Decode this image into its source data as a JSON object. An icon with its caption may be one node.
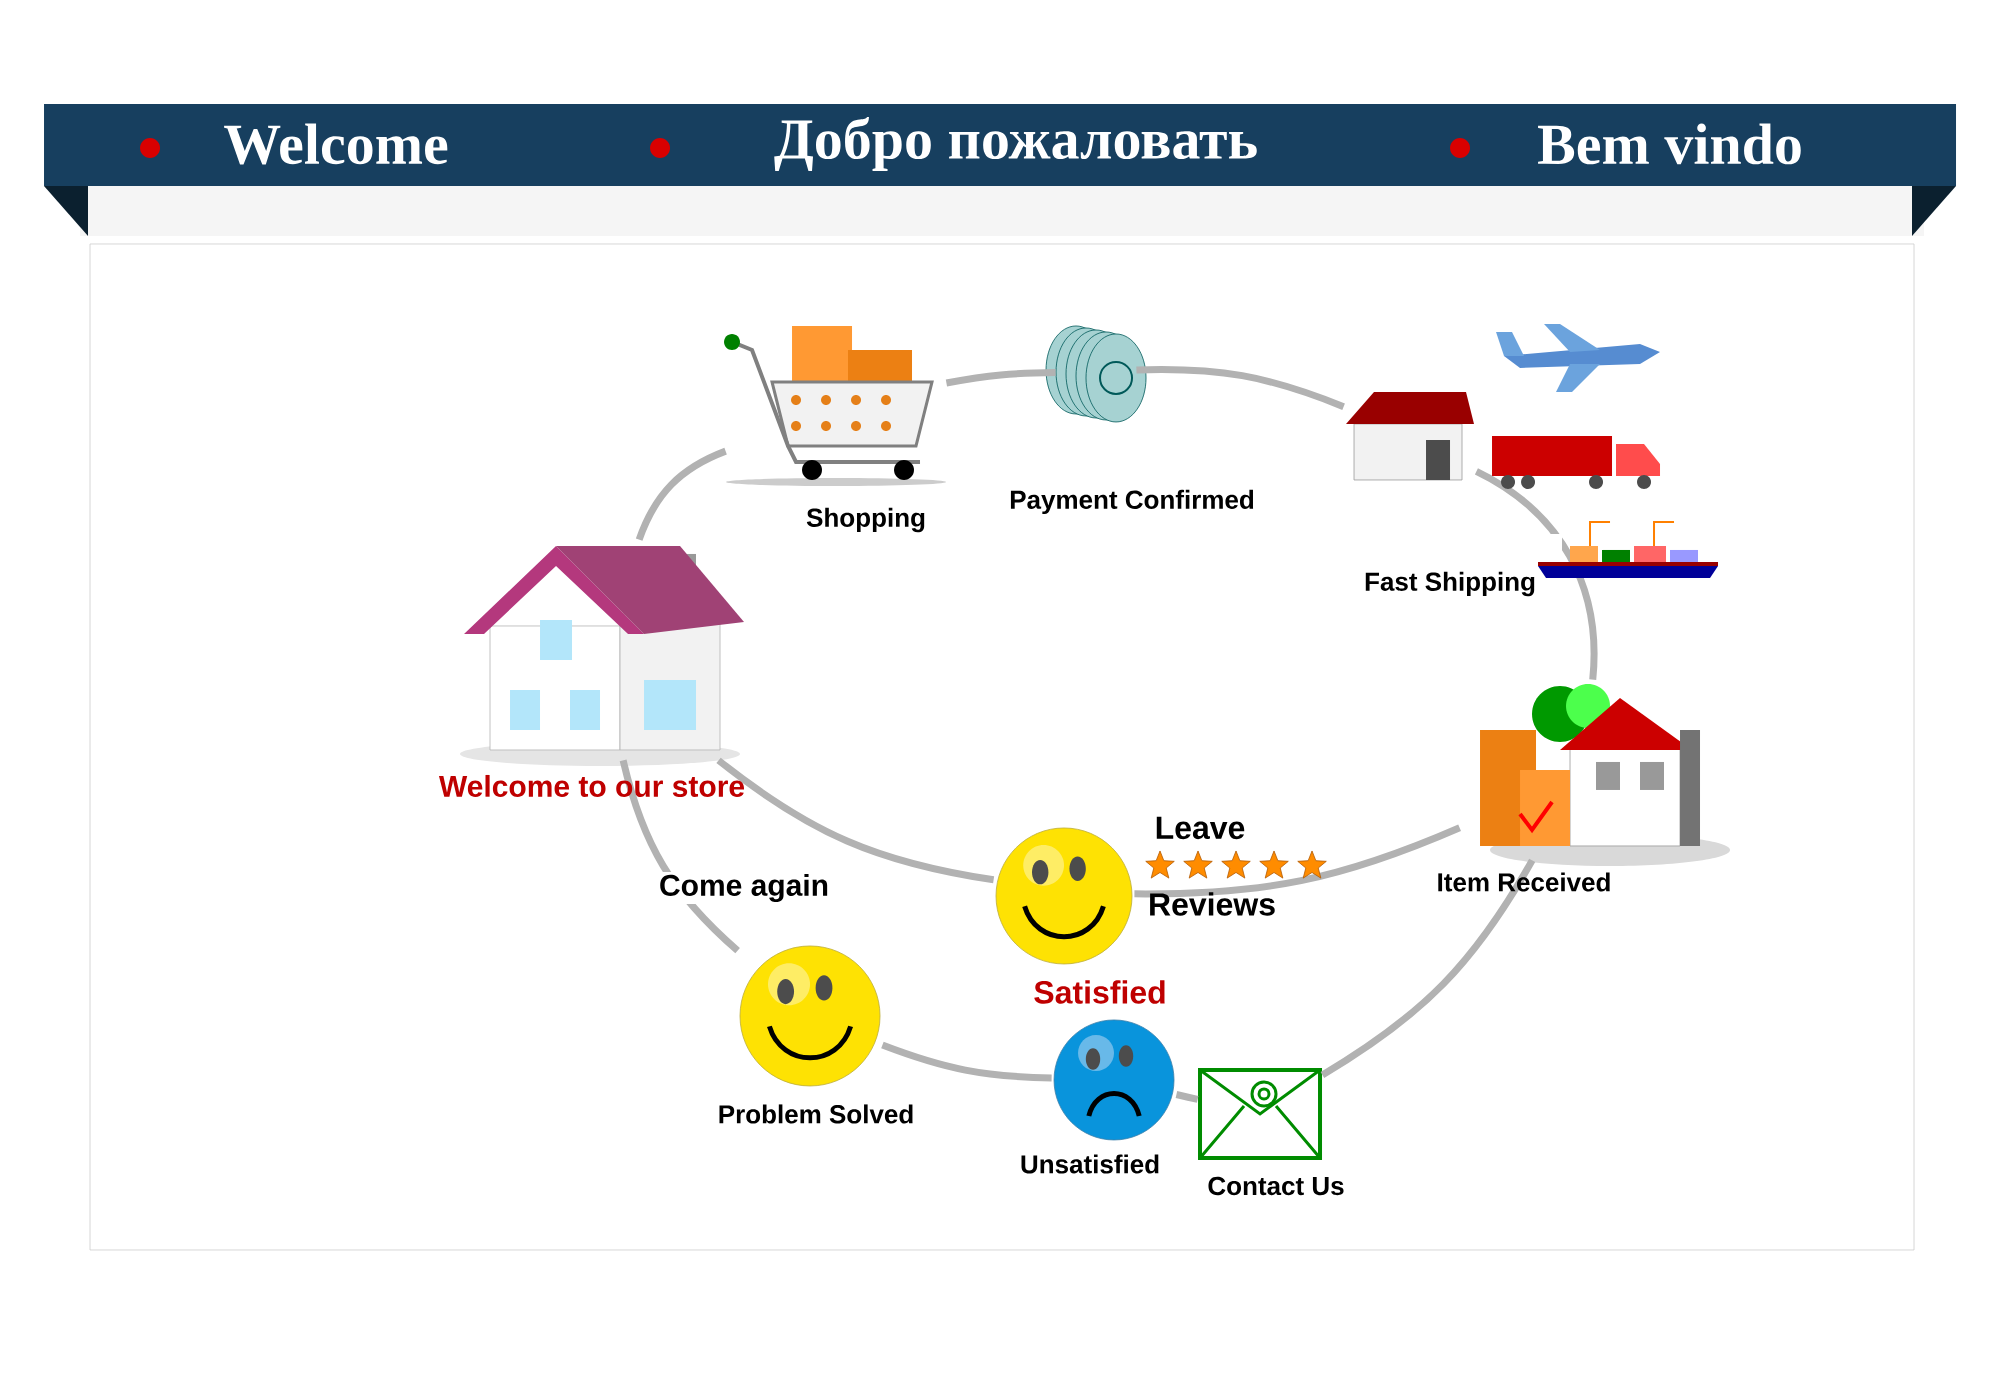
{
  "diagram": {
    "nodes": [
      {
        "text": [],
        "shape": "picture",
        "beside": [
          "Welcome to our store"
        ]
      },
      {
        "text": [],
        "shape": "picture",
        "beside": [
          "Shopping"
        ]
      },
      {
        "text": [],
        "shape": "picture",
        "beside": [
          "Payment Confirmed"
        ]
      },
      {
        "text": [],
        "shape": "picture",
        "beside": [
          "Fast Shipping"
        ]
      },
      {
        "text": [],
        "shape": "picture",
        "beside": [
          "Item Received"
        ]
      },
      {
        "text": [],
        "shape": "picture",
        "beside": [
          "Leave",
          "Reviews",
          "Satisfied"
        ]
      },
      {
        "text": [],
        "shape": "picture",
        "beside": [
          "Contact Us"
        ]
      },
      {
        "text": [],
        "shape": "picture",
        "beside": [
          "Unsatisfied"
        ]
      },
      {
        "text": [],
        "shape": "picture",
        "beside": [
          "Problem Solved"
        ]
      }
    ],
    "edges": [
      {
        "from": 0,
        "to": 1,
        "arrow": "none"
      },
      {
        "from": 1,
        "to": 2,
        "arrow": "none"
      },
      {
        "from": 2,
        "to": 3,
        "arrow": "none"
      },
      {
        "from": 3,
        "to": 4,
        "arrow": "none"
      },
      {
        "from": 4,
        "to": 5,
        "arrow": "none"
      },
      {
        "from": 5,
        "to": 0,
        "arrow": "none",
        "label": "Come again"
      },
      {
        "from": 4,
        "to": 6,
        "arrow": "none"
      },
      {
        "from": 6,
        "to": 7,
        "arrow": "none"
      },
      {
        "from": 7,
        "to": 8,
        "arrow": "none"
      },
      {
        "from": 8,
        "to": 0,
        "arrow": "none"
      }
    ],
    "labels": [
      "Welcome",
      "Добро пожаловать",
      "Bem vindo"
    ]
  }
}
